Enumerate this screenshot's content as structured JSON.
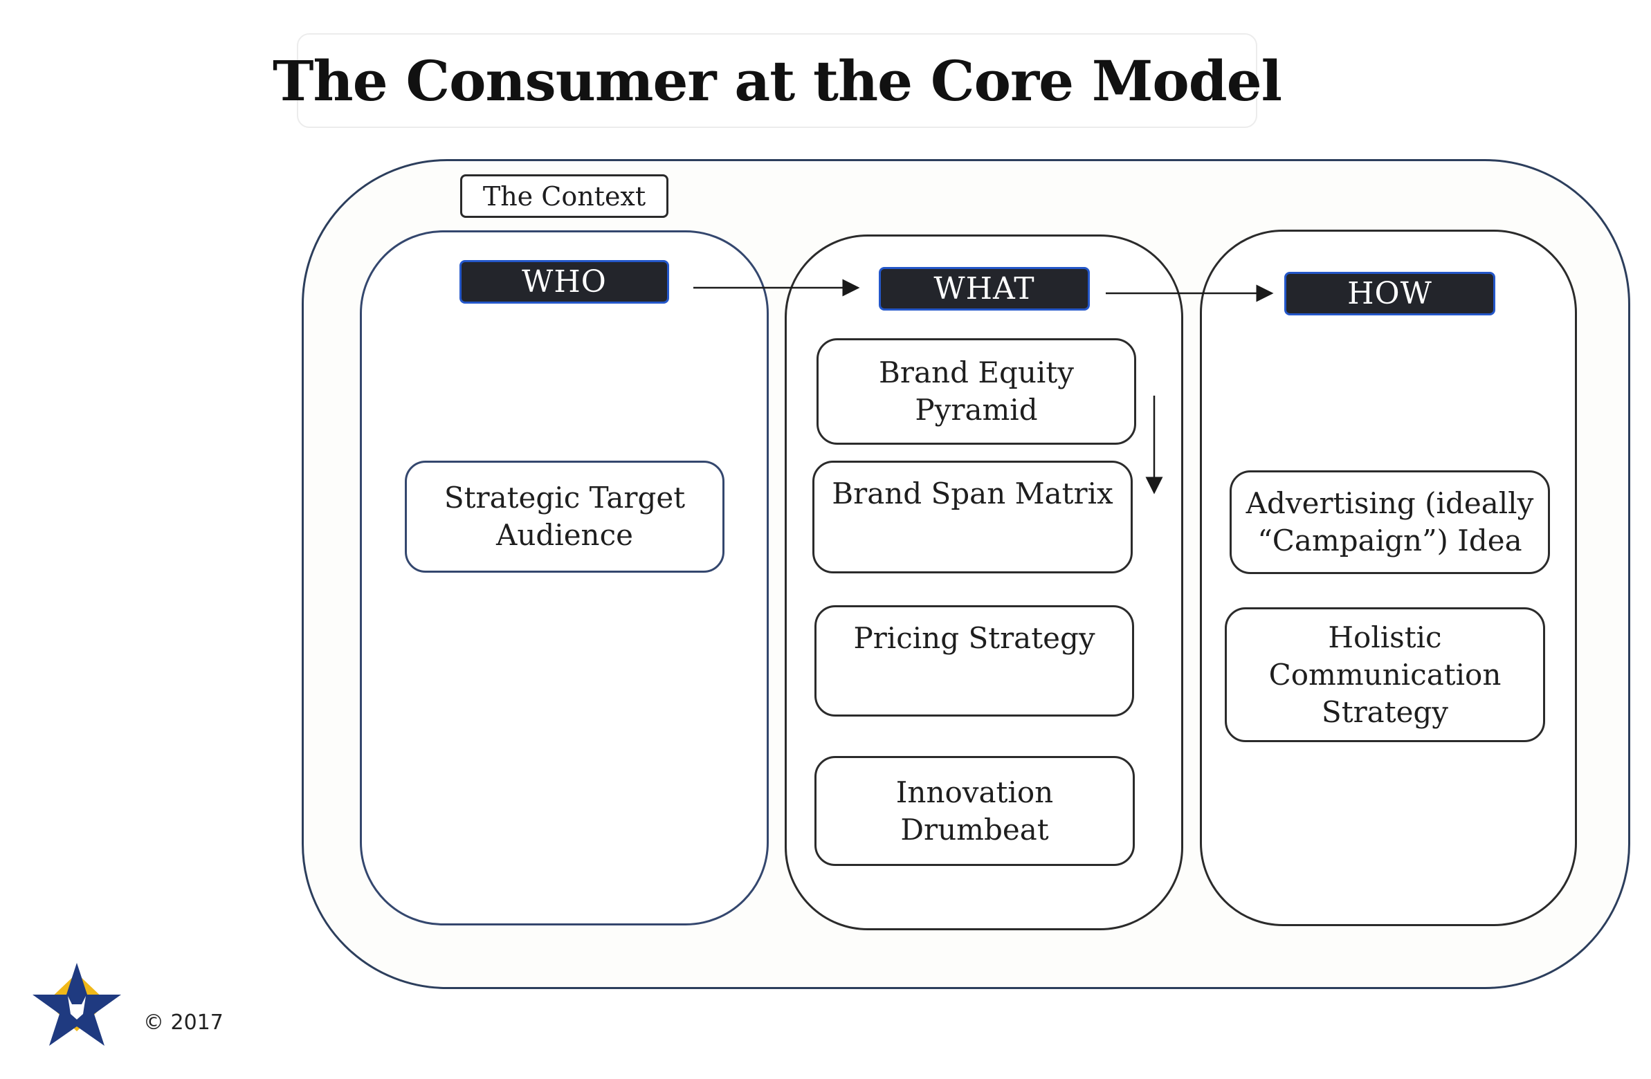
{
  "title": "The Consumer at the Core Model",
  "context_label": "The Context",
  "columns": {
    "who": {
      "header": "WHO",
      "cards": [
        "Strategic Target\nAudience"
      ]
    },
    "what": {
      "header": "WHAT",
      "cards": [
        "Brand Equity\nPyramid",
        "Brand Span Matrix",
        "Pricing Strategy",
        "Innovation\nDrumbeat"
      ]
    },
    "how": {
      "header": "HOW",
      "cards": [
        "Advertising (ideally\n“Campaign”) Idea",
        "Holistic\nCommunication\nStrategy"
      ]
    }
  },
  "footer": {
    "copyright": "© 2017",
    "logo_icon": "star-lion-logo-icon"
  },
  "colors": {
    "header_bg": "#23252b",
    "header_border": "#2457c9",
    "outer_border": "#2c3e5c",
    "logo_star": "#1f3a80",
    "logo_diamond": "#f0b819"
  }
}
